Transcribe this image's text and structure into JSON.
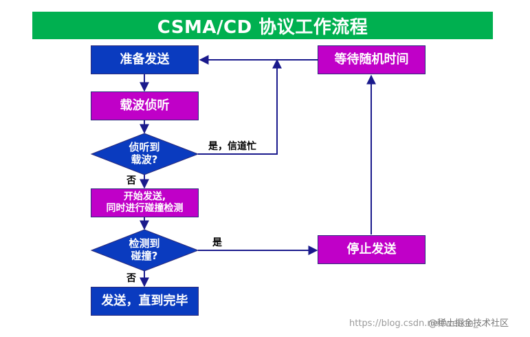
{
  "title": "CSMA/CD 协议工作流程",
  "nodes": {
    "ready_send": "准备发送",
    "carrier_sense": "载波侦听",
    "detect_carrier": "侦听到\n载波?",
    "start_send": "开始发送,\n同时进行碰撞检测",
    "detect_collision": "检测到\n碰撞?",
    "send_until_done": "发送，直到完毕",
    "stop_send": "停止发送",
    "wait_random": "等待随机时间"
  },
  "edge_labels": {
    "busy": "是，信道忙",
    "no1": "否",
    "yes2": "是",
    "no2": "否"
  },
  "watermark": {
    "url": "https://blog.csdn.net/weixin_...",
    "brand": "@稀土掘金技术社区"
  },
  "colors": {
    "title_bg": "#00b050",
    "blue_box": "#0a3bbf",
    "purple_box": "#c000c8",
    "arrow": "#1a1a8c"
  }
}
